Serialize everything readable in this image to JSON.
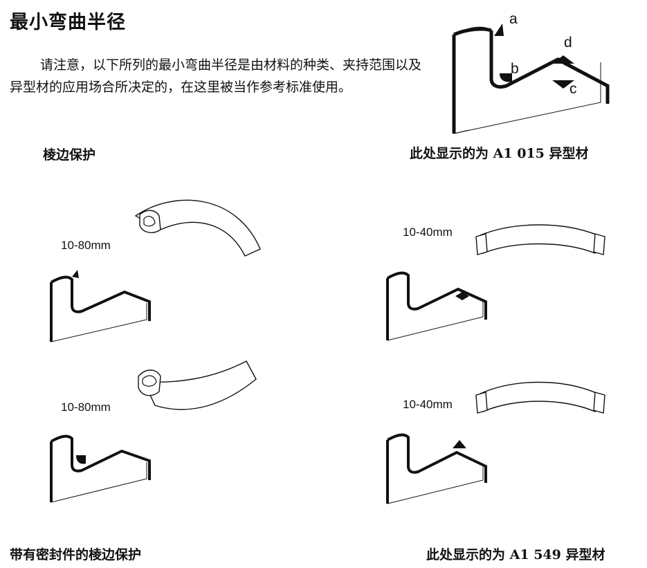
{
  "title": "最小弯曲半径",
  "intro": "请注意，以下所列的最小弯曲半径是由材料的种类、夹持范围以及异型材的应用场合所决定的，在这里被当作参考标准使用。",
  "sections": {
    "top_left_heading": "棱边保护",
    "top_right_heading": "此处显示的为 A1 015 异型材",
    "bottom_left_heading": "带有密封件的棱边保护",
    "bottom_right_heading": "此处显示的为 A1 549 异型材"
  },
  "ranges": {
    "r1": "10-80mm",
    "r2": "10-40mm",
    "r3": "10-80mm",
    "r4": "10-40mm"
  },
  "callouts": {
    "a": "a",
    "b": "b",
    "c": "c",
    "d": "d"
  }
}
